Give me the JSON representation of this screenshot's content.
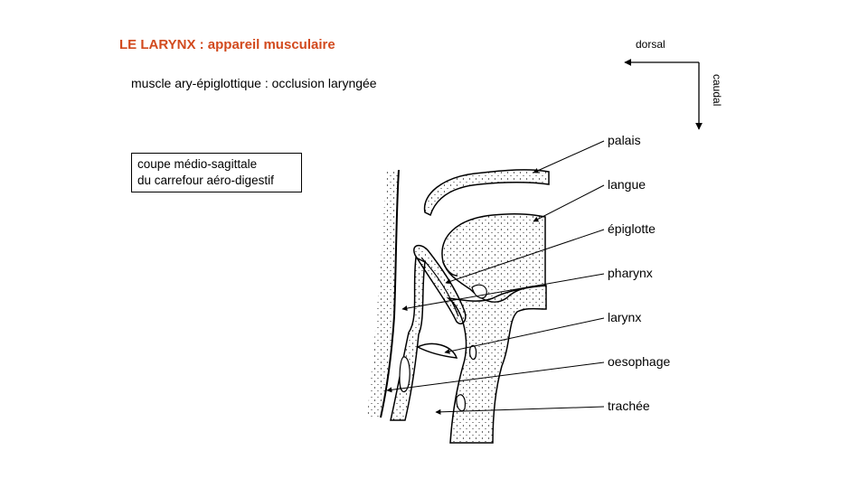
{
  "title": "LE LARYNX : appareil musculaire",
  "subtitle": "muscle ary-épiglottique : occlusion laryngée",
  "box": {
    "line1": "coupe médio-sagittale",
    "line2": "du carrefour aéro-digestif"
  },
  "orientation": {
    "horizontal": "dorsal",
    "vertical": "caudal"
  },
  "labels": [
    "palais",
    "langue",
    "épiglotte",
    "pharynx",
    "larynx",
    "oesophage",
    "trachée"
  ],
  "colors": {
    "title": "#d24a1e"
  }
}
